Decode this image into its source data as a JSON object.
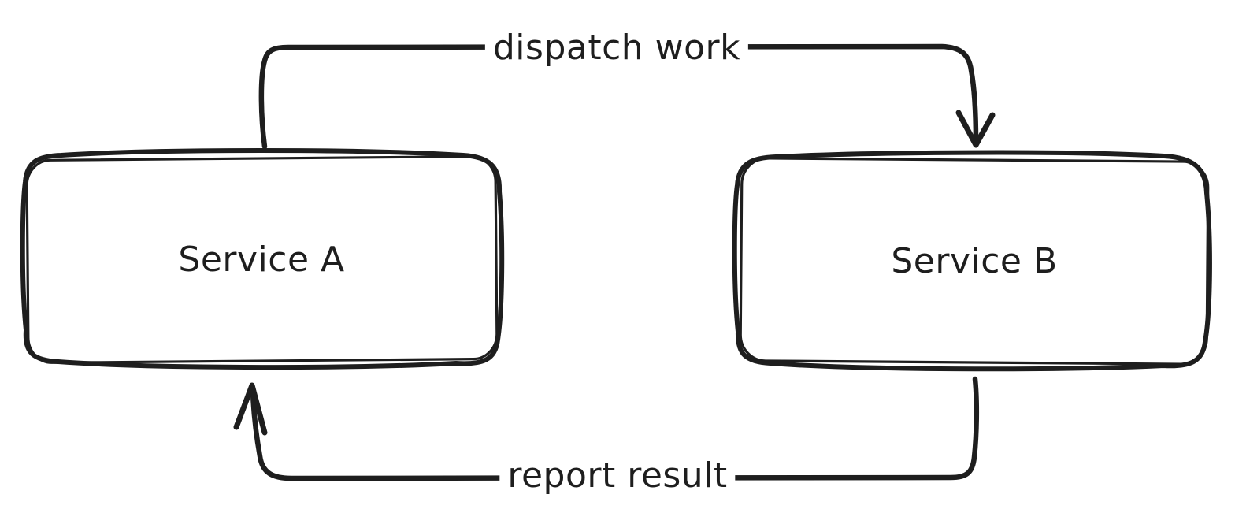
{
  "diagram": {
    "background_color": "#ffffff",
    "stroke_color": "#1e1e1e",
    "style": "hand-drawn",
    "nodes": [
      {
        "id": "service-a",
        "label": "Service A"
      },
      {
        "id": "service-b",
        "label": "Service B"
      }
    ],
    "edges": [
      {
        "from": "service-a",
        "to": "service-b",
        "label": "dispatch work",
        "path": "top",
        "arrowhead": "into service-b top"
      },
      {
        "from": "service-b",
        "to": "service-a",
        "label": "report result",
        "path": "bottom",
        "arrowhead": "into service-a bottom"
      }
    ]
  }
}
